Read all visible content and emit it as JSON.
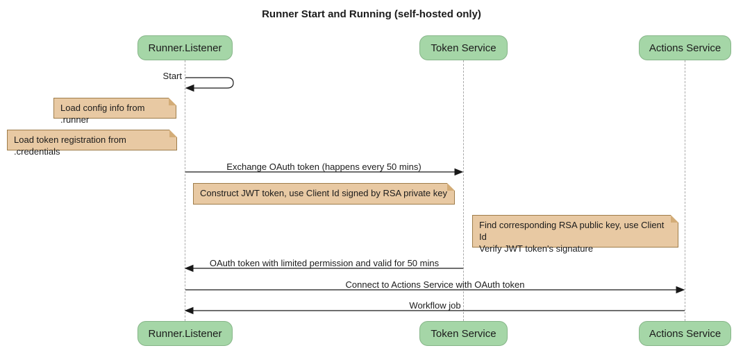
{
  "title": "Runner Start and Running (self-hosted only)",
  "participants": [
    {
      "id": "runner-listener",
      "label": "Runner.Listener"
    },
    {
      "id": "token-service",
      "label": "Token Service"
    },
    {
      "id": "actions-service",
      "label": "Actions Service"
    }
  ],
  "messages": [
    {
      "label": "Start",
      "from": "runner-listener",
      "to": "runner-listener",
      "type": "self"
    },
    {
      "label": "Exchange OAuth token (happens every 50 mins)",
      "from": "runner-listener",
      "to": "token-service",
      "type": "solid-arrow"
    },
    {
      "label": "OAuth token with limited permission and valid for 50 mins",
      "from": "token-service",
      "to": "runner-listener",
      "type": "solid-arrow"
    },
    {
      "label": "Connect to Actions Service with OAuth token",
      "from": "runner-listener",
      "to": "actions-service",
      "type": "solid-arrow"
    },
    {
      "label": "Workflow job",
      "from": "actions-service",
      "to": "runner-listener",
      "type": "solid-arrow"
    }
  ],
  "notes": [
    {
      "label": "Load config info from .runner",
      "position": "left of runner-listener"
    },
    {
      "label": "Load token registration from .credentials",
      "position": "left of runner-listener"
    },
    {
      "label": "Construct JWT token, use Client Id signed by RSA private key",
      "position": "between runner-listener and token-service"
    },
    {
      "label": "Find corresponding RSA public key, use Client Id\nVerify JWT token's signature",
      "position": "right of token-service"
    }
  ],
  "colors": {
    "participant_fill": "#a5d6a7",
    "participant_border": "#86b588",
    "note_fill": "#e8c9a3",
    "note_border": "#9e7c49",
    "note_fold": "#d3ac77",
    "lifeline": "#a8a8a8",
    "arrow": "#181818",
    "text": "#1b1b1b",
    "bg": "#ffffff"
  }
}
